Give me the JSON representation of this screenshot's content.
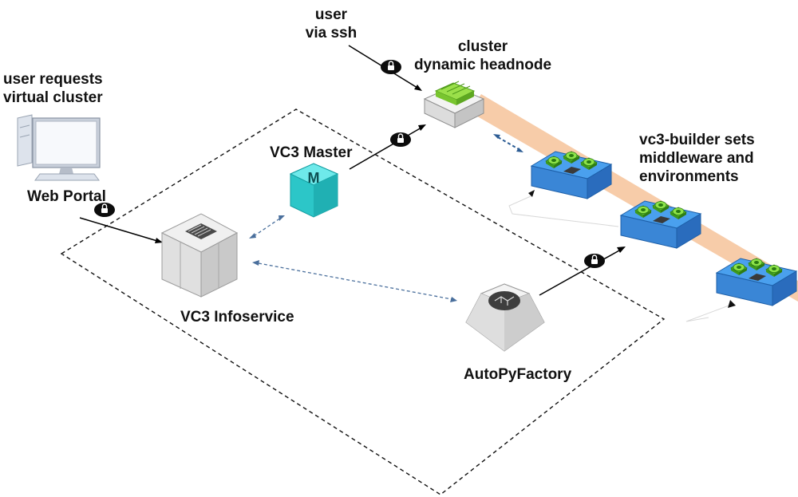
{
  "labels": {
    "user_requests": [
      "user requests",
      "virtual cluster"
    ],
    "web_portal": "Web Portal",
    "user_ssh": [
      "user",
      "via ssh"
    ],
    "headnode": [
      "cluster",
      "dynamic headnode"
    ],
    "vc3_master": "VC3 Master",
    "master_badge": "M",
    "infoservice": "VC3 Infoservice",
    "autopyfactory": "AutoPyFactory",
    "builder": [
      "vc3-builder sets",
      "middleware and",
      "environments"
    ]
  },
  "colors": {
    "text": "#111111",
    "secure_link": "#000000",
    "info_link": "#4a6f9c",
    "cluster_band": "#f6c6a0",
    "worker_blue": "#3d8fe0",
    "worker_green": "#7ed43a",
    "master_cyan": "#37d6d6",
    "headnode_green": "#8fe03a"
  },
  "icons": {
    "workstation": "desktop-computer-icon",
    "lock": "lock-icon",
    "master": "vc3-master-icon",
    "infoservice": "server-building-icon",
    "factory": "factory-icon",
    "headnode": "headnode-icon",
    "worker": "worker-node-icon"
  }
}
